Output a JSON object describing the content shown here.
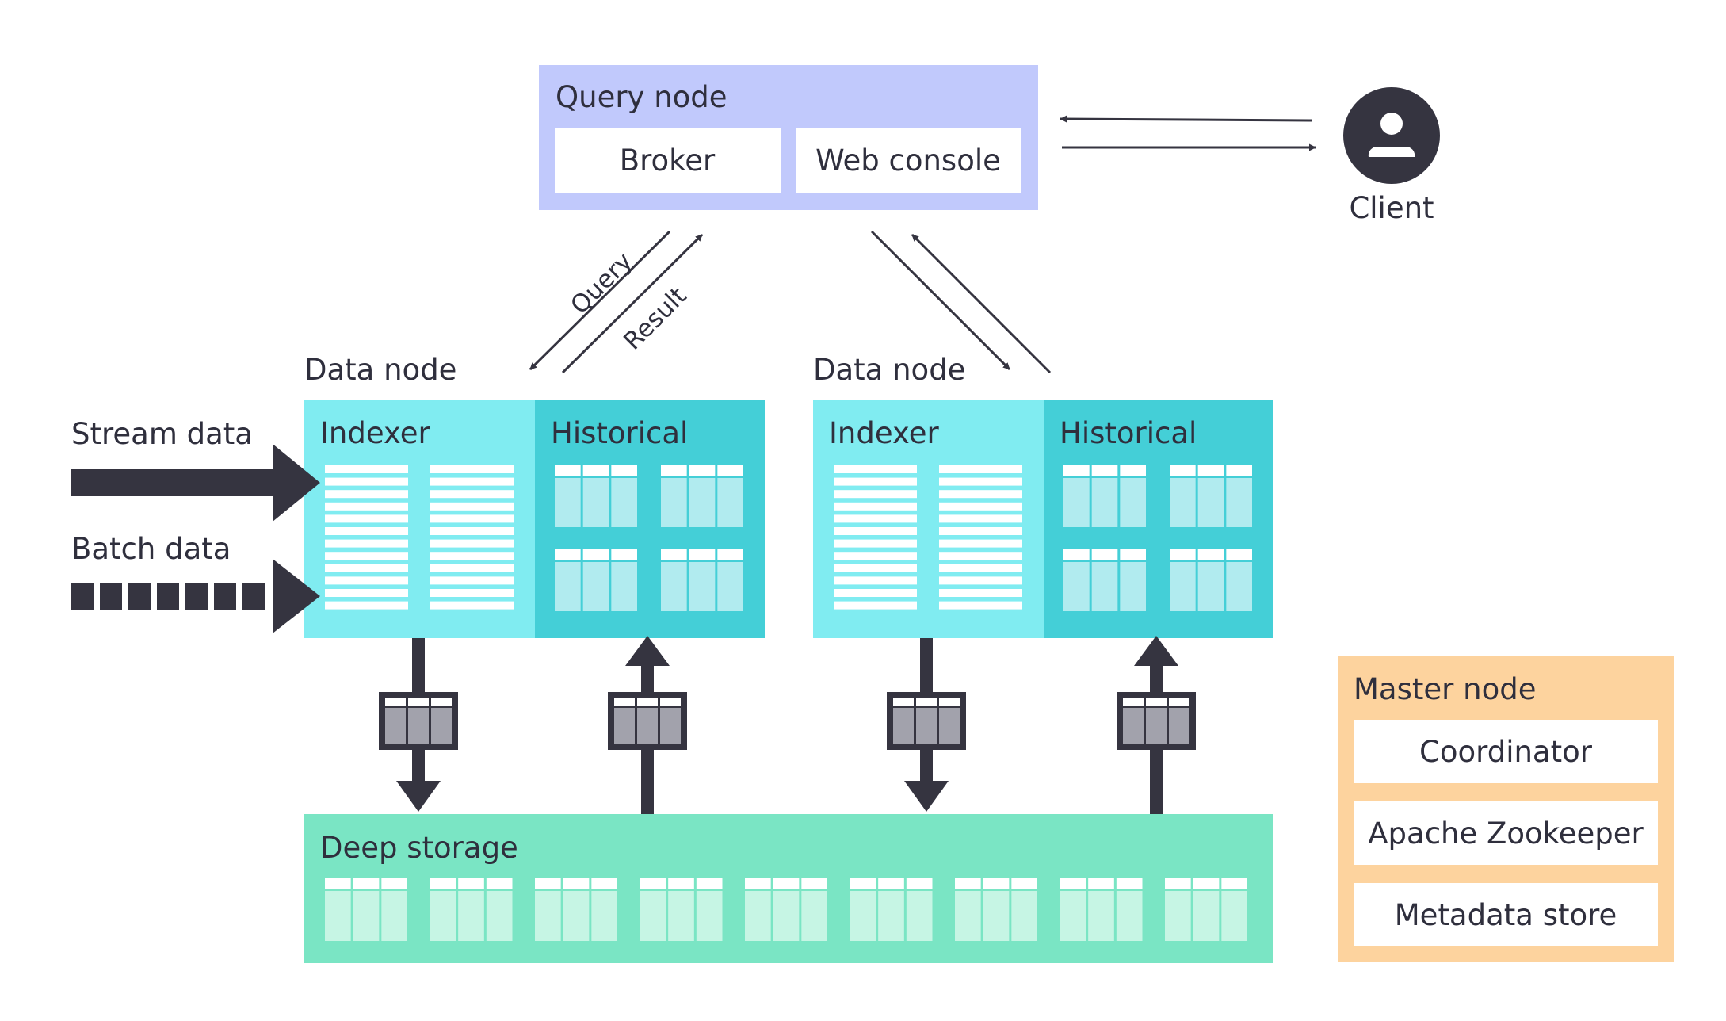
{
  "query_node": {
    "title": "Query node",
    "components": [
      "Broker",
      "Web console"
    ]
  },
  "client": {
    "label": "Client"
  },
  "links": {
    "query_label": "Query",
    "result_label": "Result"
  },
  "data_nodes": [
    {
      "title": "Data node",
      "indexer": "Indexer",
      "historical": "Historical"
    },
    {
      "title": "Data node",
      "indexer": "Indexer",
      "historical": "Historical"
    }
  ],
  "inputs": {
    "stream": "Stream data",
    "batch": "Batch data"
  },
  "deep_storage": {
    "title": "Deep storage"
  },
  "master_node": {
    "title": "Master node",
    "components": [
      "Coordinator",
      "Apache Zookeeper",
      "Metadata store"
    ]
  },
  "colors": {
    "query_bg": "#c1c9fc",
    "indexer_bg": "#80ecf1",
    "historical_bg": "#44cfd7",
    "deep_storage_bg": "#7ae5c4",
    "master_bg": "#fdd39e",
    "dark": "#353440"
  }
}
